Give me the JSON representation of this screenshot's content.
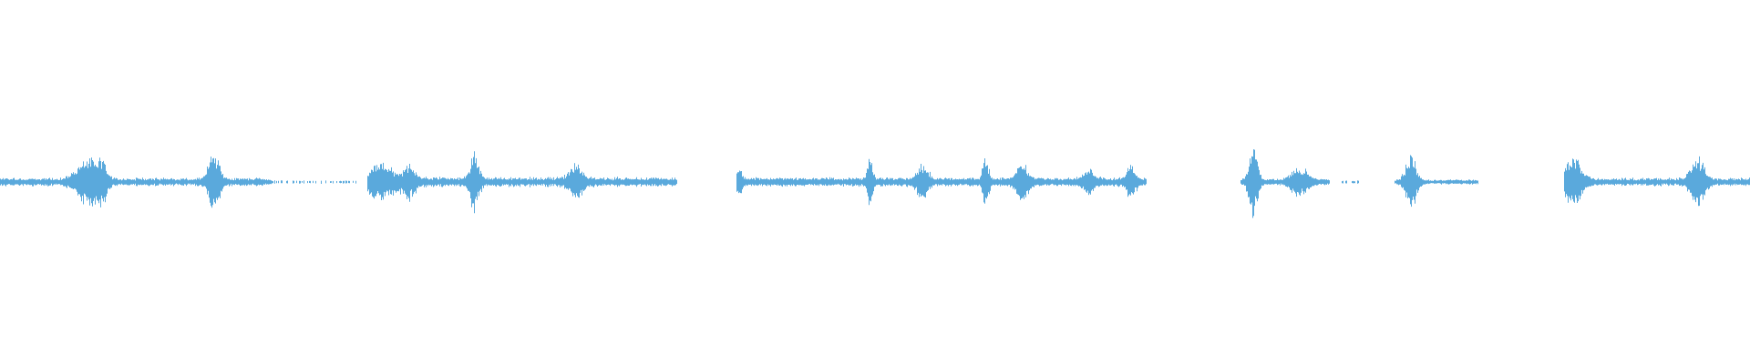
{
  "waveform": {
    "color": "#5aa9dc",
    "background": "#ffffff",
    "axis": "time",
    "segments": [
      {
        "start": 0.0,
        "end": 0.155,
        "base": 0.05,
        "noise": 0.05,
        "bursts": [
          {
            "center": 0.05,
            "width": 0.008,
            "peak": 0.55
          },
          {
            "center": 0.058,
            "width": 0.004,
            "peak": 0.35
          },
          {
            "center": 0.122,
            "width": 0.004,
            "peak": 0.75
          }
        ]
      },
      {
        "start": 0.155,
        "end": 0.205,
        "base": 0.02,
        "noise": 0.02,
        "sparse": true,
        "bursts": []
      },
      {
        "start": 0.21,
        "end": 0.387,
        "base": 0.06,
        "noise": 0.06,
        "bursts": [
          {
            "center": 0.218,
            "width": 0.01,
            "peak": 0.4
          },
          {
            "center": 0.234,
            "width": 0.004,
            "peak": 0.35
          },
          {
            "center": 0.271,
            "width": 0.003,
            "peak": 0.8
          },
          {
            "center": 0.329,
            "width": 0.005,
            "peak": 0.35
          }
        ]
      },
      {
        "start": 0.421,
        "end": 0.655,
        "base": 0.06,
        "noise": 0.05,
        "bursts": [
          {
            "center": 0.422,
            "width": 0.002,
            "peak": 0.3
          },
          {
            "center": 0.497,
            "width": 0.002,
            "peak": 0.55
          },
          {
            "center": 0.527,
            "width": 0.004,
            "peak": 0.4
          },
          {
            "center": 0.563,
            "width": 0.002,
            "peak": 0.65
          },
          {
            "center": 0.584,
            "width": 0.004,
            "peak": 0.4
          },
          {
            "center": 0.622,
            "width": 0.004,
            "peak": 0.25
          },
          {
            "center": 0.646,
            "width": 0.003,
            "peak": 0.4
          }
        ]
      },
      {
        "start": 0.709,
        "end": 0.76,
        "base": 0.04,
        "noise": 0.04,
        "bursts": [
          {
            "center": 0.716,
            "width": 0.003,
            "peak": 1.0
          },
          {
            "center": 0.742,
            "width": 0.006,
            "peak": 0.35
          }
        ]
      },
      {
        "start": 0.765,
        "end": 0.778,
        "base": 0.02,
        "noise": 0.02,
        "sparse": true,
        "bursts": []
      },
      {
        "start": 0.797,
        "end": 0.845,
        "base": 0.03,
        "noise": 0.03,
        "bursts": [
          {
            "center": 0.806,
            "width": 0.004,
            "peak": 0.65
          }
        ]
      },
      {
        "start": 0.894,
        "end": 1.0,
        "base": 0.05,
        "noise": 0.05,
        "bursts": [
          {
            "center": 0.899,
            "width": 0.006,
            "peak": 0.6
          },
          {
            "center": 0.97,
            "width": 0.005,
            "peak": 0.55
          }
        ]
      }
    ]
  }
}
